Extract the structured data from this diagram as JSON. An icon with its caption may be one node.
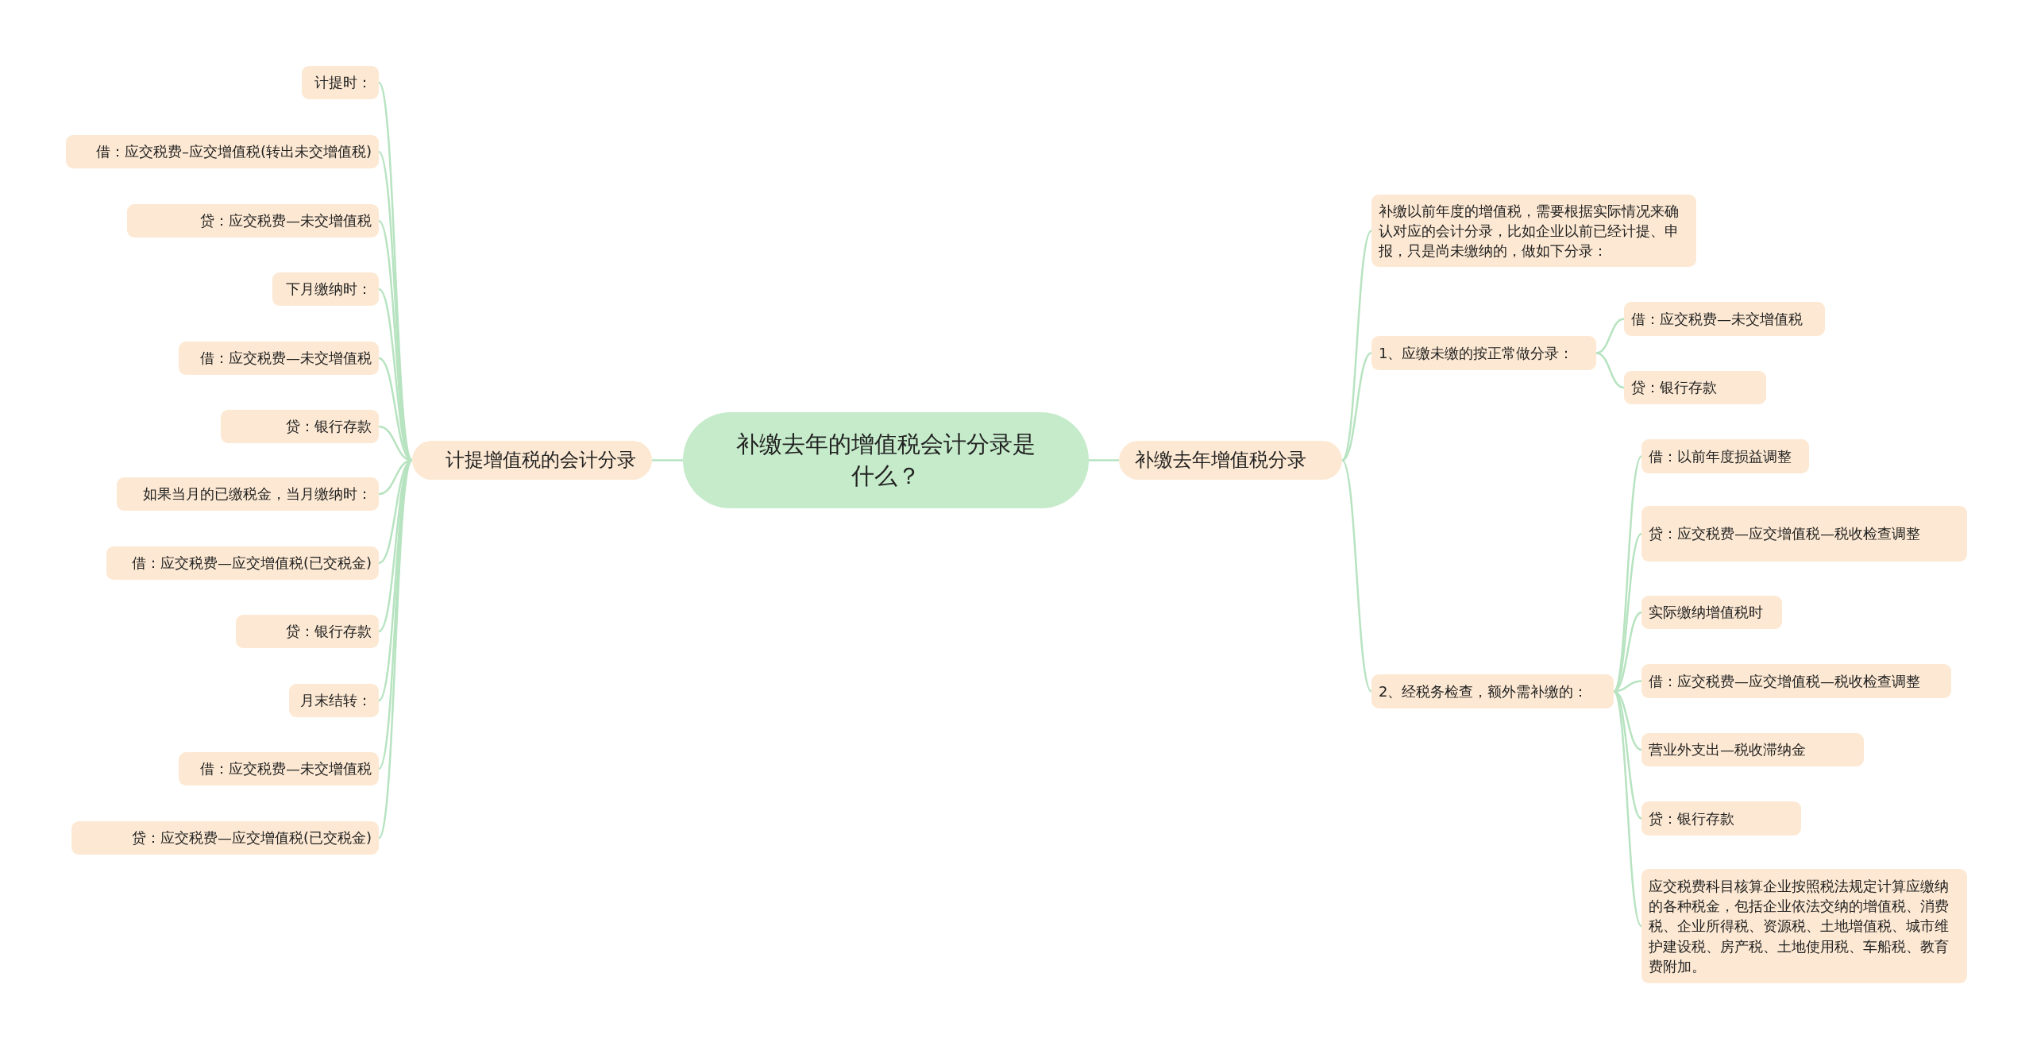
{
  "diagram": {
    "nodes": [
      {
        "text": [
          "补缴去年的增值税会计分录是什么？"
        ]
      },
      {
        "text": [
          "计提增值税的会计分录"
        ]
      },
      {
        "text": [
          "计提时："
        ]
      },
      {
        "text": [
          "借：应交税费–应交增值税(转出未交增值税)"
        ]
      },
      {
        "text": [
          "贷：应交税费—未交增值税"
        ]
      },
      {
        "text": [
          "下月缴纳时："
        ]
      },
      {
        "text": [
          "借：应交税费—未交增值税"
        ]
      },
      {
        "text": [
          "贷：银行存款"
        ]
      },
      {
        "text": [
          "如果当月的已缴税金，当月缴纳时："
        ]
      },
      {
        "text": [
          "借：应交税费—应交增值税(已交税金)"
        ]
      },
      {
        "text": [
          "贷：银行存款"
        ]
      },
      {
        "text": [
          "月末结转："
        ]
      },
      {
        "text": [
          "借：应交税费—未交增值税"
        ]
      },
      {
        "text": [
          "贷：应交税费—应交增值税(已交税金)"
        ]
      },
      {
        "text": [
          "补缴去年增值税分录"
        ]
      },
      {
        "text": [
          "补缴以前年度的增值税，需要根据实际情况来确认对应的会计分录，比如企业以前已经计提、申报，只是尚未缴纳的，做如下分录："
        ]
      },
      {
        "text": [
          "1、应缴未缴的按正常做分录："
        ]
      },
      {
        "text": [
          "借：应交税费—未交增值税"
        ]
      },
      {
        "text": [
          "贷：银行存款"
        ]
      },
      {
        "text": [
          "2、经税务检查，额外需补缴的："
        ]
      },
      {
        "text": [
          "借：以前年度损益调整"
        ]
      },
      {
        "text": [
          "贷：应交税费—应交增值税—税收检查调整"
        ]
      },
      {
        "text": [
          "实际缴纳增值税时"
        ]
      },
      {
        "text": [
          "借：应交税费—应交增值税—税收检查调整"
        ]
      },
      {
        "text": [
          "营业外支出—税收滞纳金"
        ]
      },
      {
        "text": [
          "贷：银行存款"
        ]
      },
      {
        "text": [
          "应交税费科目核算企业按照税法规定计算应缴纳的各种税金，包括企业依法交纳的增值税、消费税、企业所得税、资源税、土地增值税、城市维护建设税、房产税、土地使用税、车船税、教育费附加。"
        ]
      }
    ],
    "edges": [
      {
        "from": 0,
        "to": 1,
        "arrow": "none"
      },
      {
        "from": 1,
        "to": 2,
        "arrow": "none"
      },
      {
        "from": 1,
        "to": 3,
        "arrow": "none"
      },
      {
        "from": 1,
        "to": 4,
        "arrow": "none"
      },
      {
        "from": 1,
        "to": 5,
        "arrow": "none"
      },
      {
        "from": 1,
        "to": 6,
        "arrow": "none"
      },
      {
        "from": 1,
        "to": 7,
        "arrow": "none"
      },
      {
        "from": 1,
        "to": 8,
        "arrow": "none"
      },
      {
        "from": 1,
        "to": 9,
        "arrow": "none"
      },
      {
        "from": 1,
        "to": 10,
        "arrow": "none"
      },
      {
        "from": 1,
        "to": 11,
        "arrow": "none"
      },
      {
        "from": 1,
        "to": 12,
        "arrow": "none"
      },
      {
        "from": 1,
        "to": 13,
        "arrow": "none"
      },
      {
        "from": 0,
        "to": 14,
        "arrow": "none"
      },
      {
        "from": 14,
        "to": 15,
        "arrow": "none"
      },
      {
        "from": 14,
        "to": 16,
        "arrow": "none"
      },
      {
        "from": 16,
        "to": 17,
        "arrow": "none"
      },
      {
        "from": 16,
        "to": 18,
        "arrow": "none"
      },
      {
        "from": 14,
        "to": 19,
        "arrow": "none"
      },
      {
        "from": 19,
        "to": 20,
        "arrow": "none"
      },
      {
        "from": 19,
        "to": 21,
        "arrow": "none"
      },
      {
        "from": 19,
        "to": 22,
        "arrow": "none"
      },
      {
        "from": 19,
        "to": 23,
        "arrow": "none"
      },
      {
        "from": 19,
        "to": 24,
        "arrow": "none"
      },
      {
        "from": 19,
        "to": 25,
        "arrow": "none"
      },
      {
        "from": 19,
        "to": 26,
        "arrow": "none"
      }
    ]
  }
}
